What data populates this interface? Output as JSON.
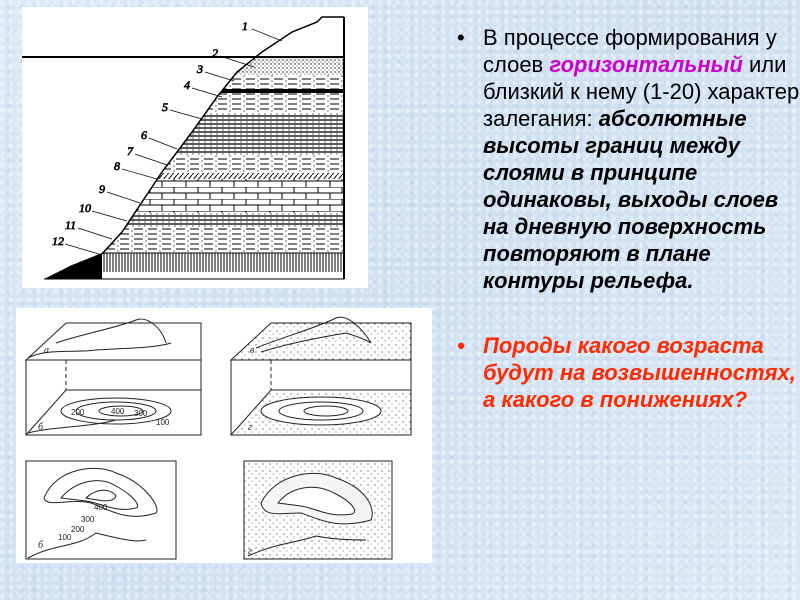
{
  "slide": {
    "background_color": "#d6e6f5",
    "bullets": [
      {
        "intro": "В  процессе формирования у слоев",
        "highlight": "горизонтальный",
        "highlight_color": "#cc00cc",
        "middle": "или близкий к нему (1-20) характер залегания:",
        "emphasis": "абсолютные высоты границ между слоями в принципе одинаковы, выходы слоев на дневную поверхность повторяют в плане контуры рельефа."
      },
      {
        "question": "Породы какого возраста будут на возвышенностях, а какого в понижениях?",
        "color": "#ff2a00"
      }
    ]
  },
  "figures": {
    "strata": {
      "layer_labels": [
        "1",
        "2",
        "3",
        "4",
        "5",
        "6",
        "7",
        "8",
        "9",
        "10",
        "11",
        "12"
      ]
    },
    "blocks": {
      "panel_labels": [
        "а",
        "б",
        "в",
        "г"
      ],
      "contour_labels_block": [
        "200",
        "400",
        "300",
        "100"
      ],
      "contour_labels_plan": [
        "400",
        "300",
        "200",
        "100"
      ]
    }
  }
}
